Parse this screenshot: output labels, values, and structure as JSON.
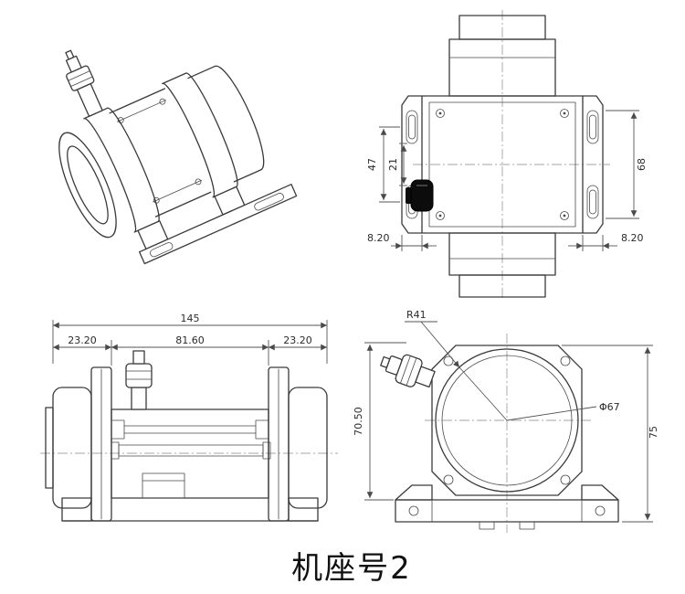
{
  "title": {
    "text": "机座号2"
  },
  "top_view": {
    "dim_47": "47",
    "dim_21": "21",
    "dim_68": "68",
    "dim_8_20_left": "8.20",
    "dim_8_20_right": "8.20"
  },
  "front_view": {
    "dim_145": "145",
    "dim_23_20_left": "23.20",
    "dim_81_60": "81.60",
    "dim_23_20_right": "23.20"
  },
  "end_view": {
    "dim_r41": "R41",
    "dim_70_50": "70.50",
    "dim_phi67": "Φ67",
    "dim_75": "75"
  }
}
